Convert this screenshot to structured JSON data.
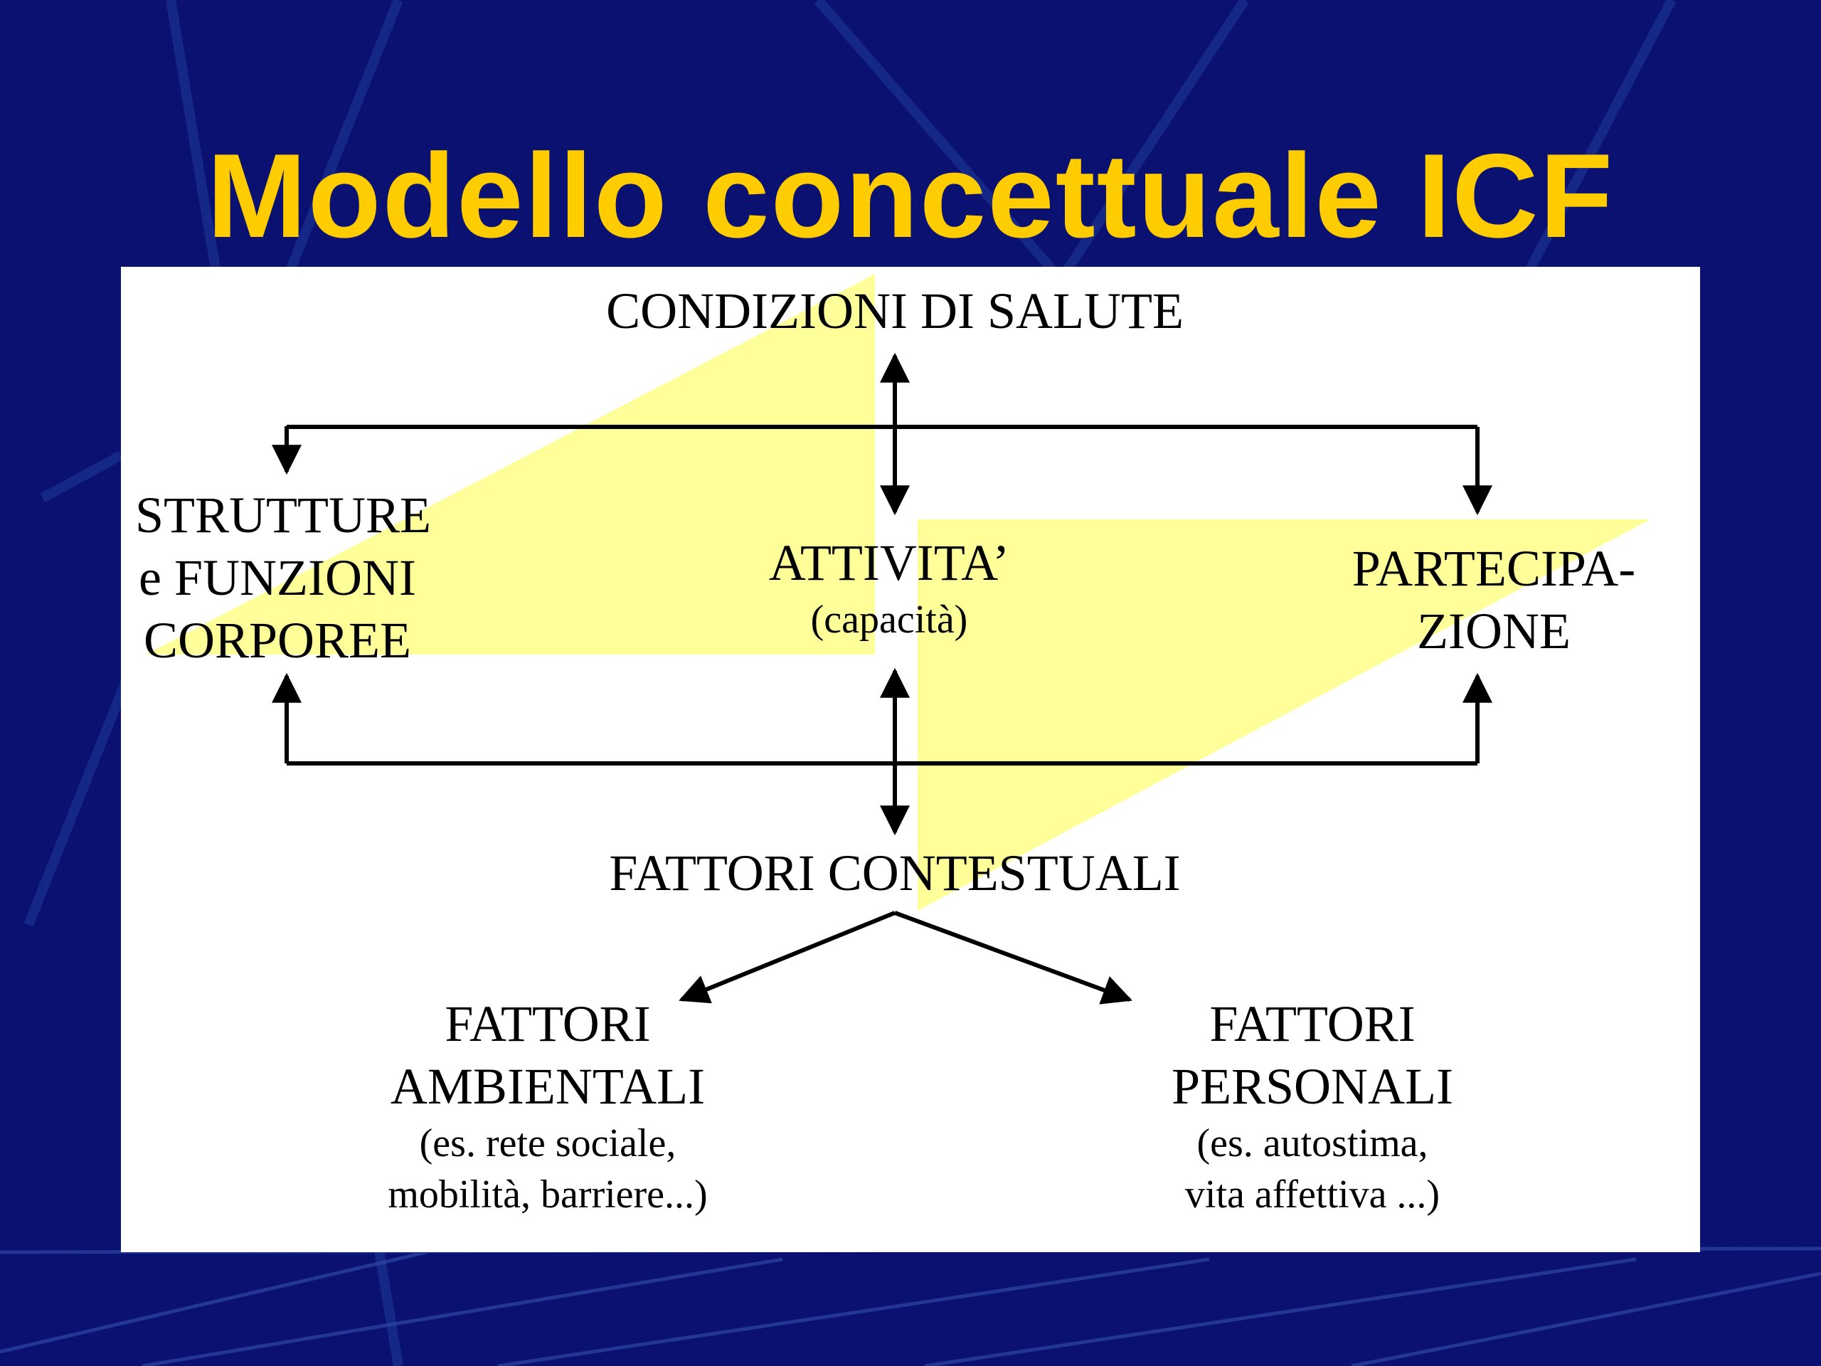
{
  "slide": {
    "title": "Modello concettuale ICF"
  },
  "diagram": {
    "health_conditions": "CONDIZIONI DI SALUTE",
    "body_structures": [
      "STRUTTURE",
      "e FUNZIONI",
      "CORPOREE"
    ],
    "activity": {
      "label": "ATTIVITA’",
      "note": "(capacità)"
    },
    "participation": [
      "PARTECIPA-",
      "ZIONE"
    ],
    "contextual_factors": "FATTORI CONTESTUALI",
    "environmental_factors": {
      "lines": [
        "FATTORI",
        "AMBIENTALI"
      ],
      "examples": [
        "(es. rete sociale,",
        "mobilità, barriere...)"
      ]
    },
    "personal_factors": {
      "lines": [
        "FATTORI",
        "PERSONALI"
      ],
      "examples": [
        "(es. autostima,",
        "vita affettiva ...)"
      ]
    }
  },
  "colors": {
    "background": "#0a1170",
    "title": "#ffcc00",
    "panel": "#ffffff",
    "highlight": "#ffff99"
  }
}
